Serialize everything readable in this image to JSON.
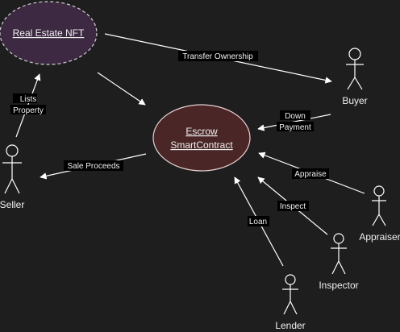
{
  "colors": {
    "background": "#1e1e1e",
    "stroke": "#ffffff",
    "nft_fill": "#3d2a42",
    "nft_stroke": "#cfcfcf",
    "escrow_fill": "#4a2626",
    "escrow_stroke": "#e8d0d0",
    "label_bg": "#000000",
    "text": "#f0f0f0"
  },
  "nodes": {
    "nft": {
      "label": "Real Estate NFT"
    },
    "escrow": {
      "line1": "Escrow",
      "line2": "SmartContract"
    }
  },
  "actors": {
    "buyer": "Buyer",
    "seller": "Seller",
    "appraiser": "Appraiser",
    "inspector": "Inspector",
    "lender": "Lender"
  },
  "edges": {
    "transfer": "Transfer Ownership",
    "lists_1": "Lists",
    "lists_2": "Property",
    "down_1": "Down",
    "down_2": "Payment",
    "sale": "Sale Proceeds",
    "appraise": "Appraise",
    "inspect": "Inspect",
    "loan": "Loan"
  }
}
